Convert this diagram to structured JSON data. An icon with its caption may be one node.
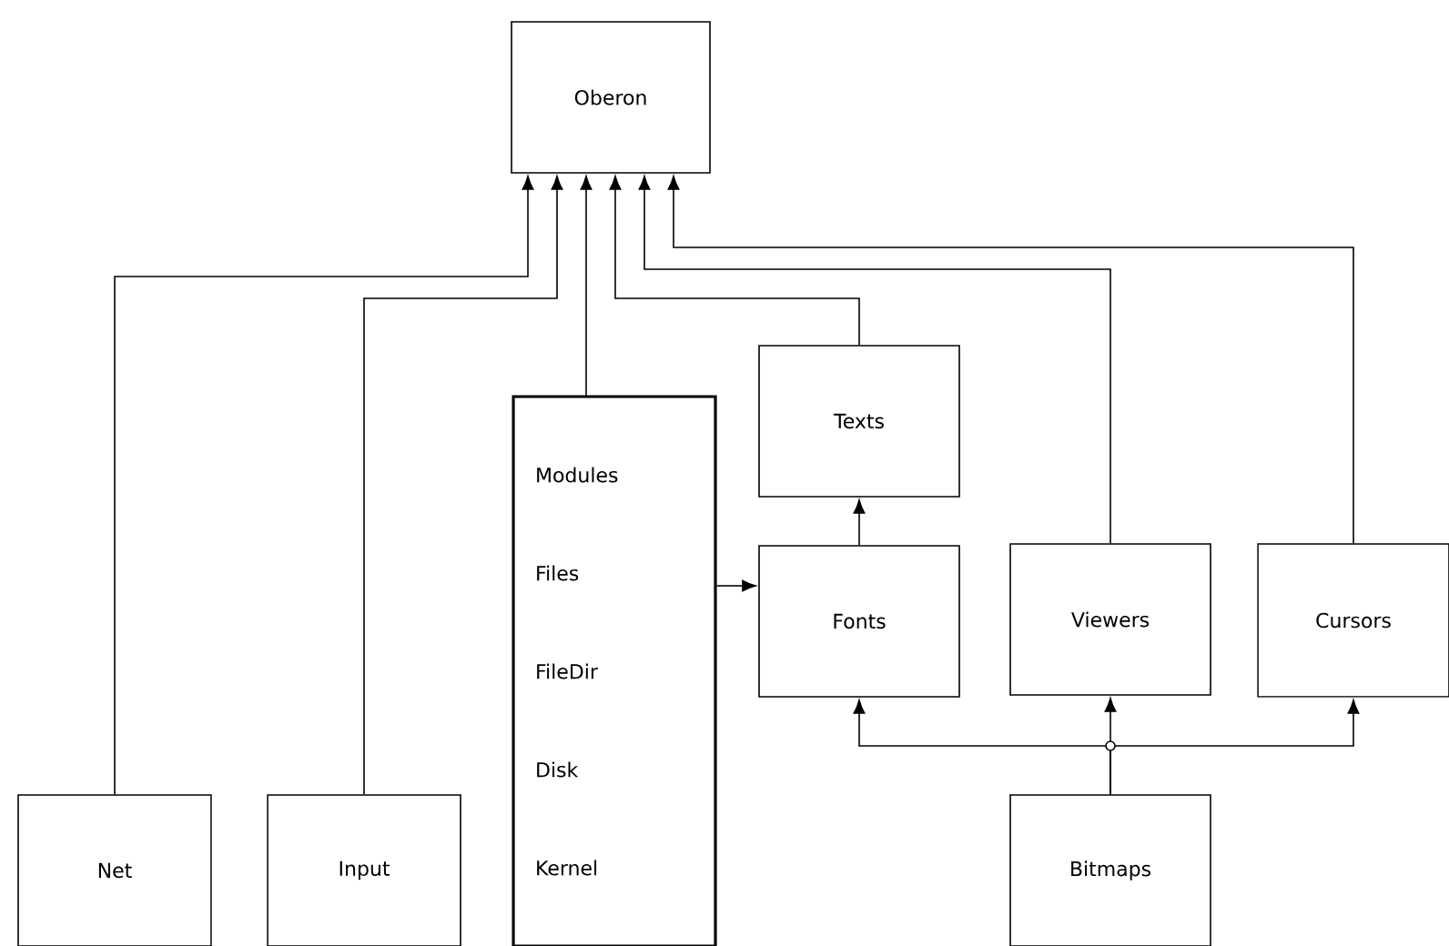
{
  "diagram": {
    "nodes": [
      {
        "text": [
          "Oberon"
        ]
      },
      {
        "text": [
          "Texts"
        ]
      },
      {
        "text": [
          "Modules",
          "Files",
          "FileDir",
          "Disk",
          "Kernel"
        ]
      },
      {
        "text": [
          "Fonts"
        ]
      },
      {
        "text": [
          "Viewers"
        ]
      },
      {
        "text": [
          "Cursors"
        ]
      },
      {
        "text": [
          "Net"
        ]
      },
      {
        "text": [
          "Input"
        ]
      },
      {
        "text": [
          "Bitmaps"
        ]
      }
    ],
    "edges": [
      {
        "from": 6,
        "to": 0,
        "arrow": "to"
      },
      {
        "from": 7,
        "to": 0,
        "arrow": "to"
      },
      {
        "from": 2,
        "to": 0,
        "arrow": "to"
      },
      {
        "from": 1,
        "to": 0,
        "arrow": "to"
      },
      {
        "from": 4,
        "to": 0,
        "arrow": "to"
      },
      {
        "from": 5,
        "to": 0,
        "arrow": "to"
      },
      {
        "from": 2,
        "to": 3,
        "arrow": "to"
      },
      {
        "from": 3,
        "to": 1,
        "arrow": "to"
      },
      {
        "from": 8,
        "to": 3,
        "arrow": "to"
      },
      {
        "from": 8,
        "to": 4,
        "arrow": "to"
      },
      {
        "from": 8,
        "to": 5,
        "arrow": "to"
      }
    ]
  }
}
